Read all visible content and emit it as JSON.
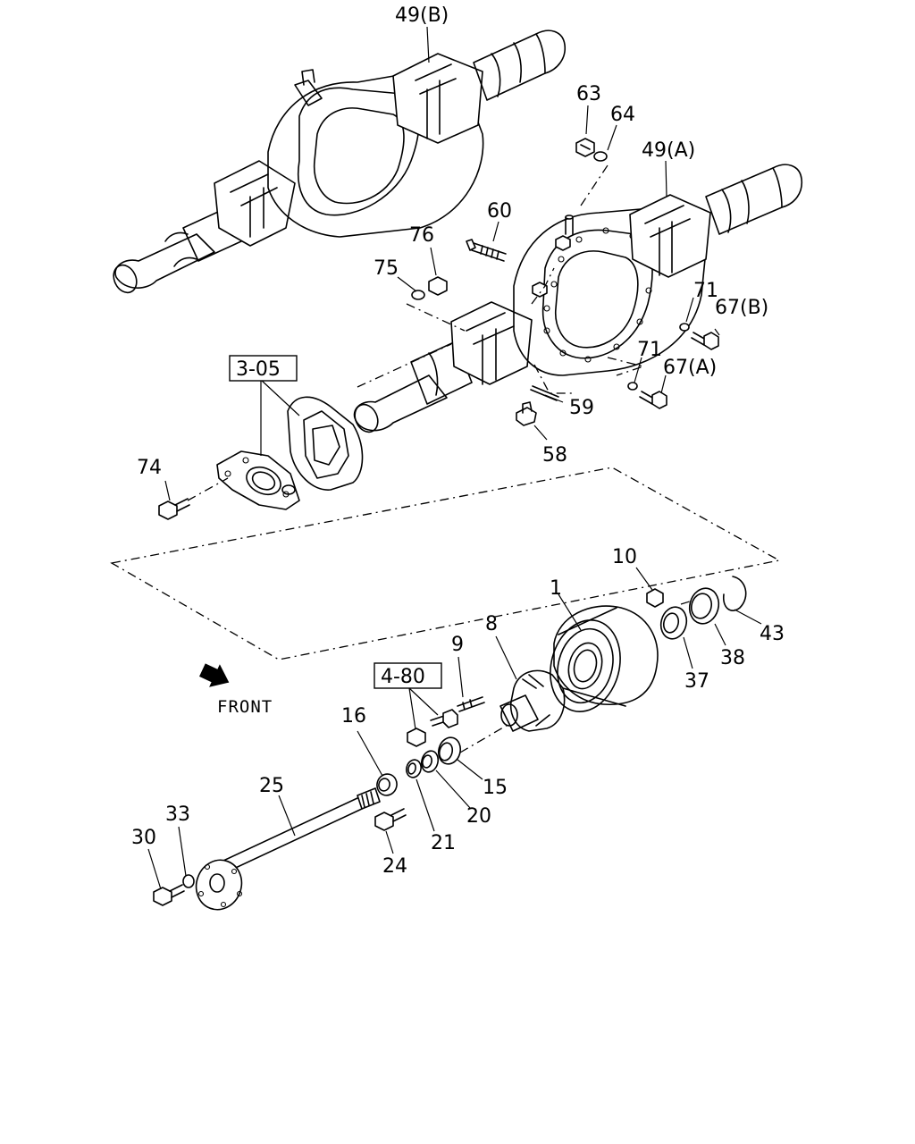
{
  "labels": {
    "p49b": "49(B)",
    "p63": "63",
    "p64": "64",
    "p49a": "49(A)",
    "p60": "60",
    "p76": "76",
    "p75": "75",
    "p71a": "71",
    "p67b": "67(B)",
    "p71b": "71",
    "p67a": "67(A)",
    "p59": "59",
    "p58": "58",
    "p305": "3-05",
    "p74": "74",
    "p10": "10",
    "p1": "1",
    "p43": "43",
    "p38": "38",
    "p37": "37",
    "p9": "9",
    "p8": "8",
    "p480": "4-80",
    "p16": "16",
    "p15": "15",
    "p20": "20",
    "p21": "21",
    "p25": "25",
    "p33": "33",
    "p30": "30",
    "p24": "24"
  },
  "front_label": "FRONT"
}
